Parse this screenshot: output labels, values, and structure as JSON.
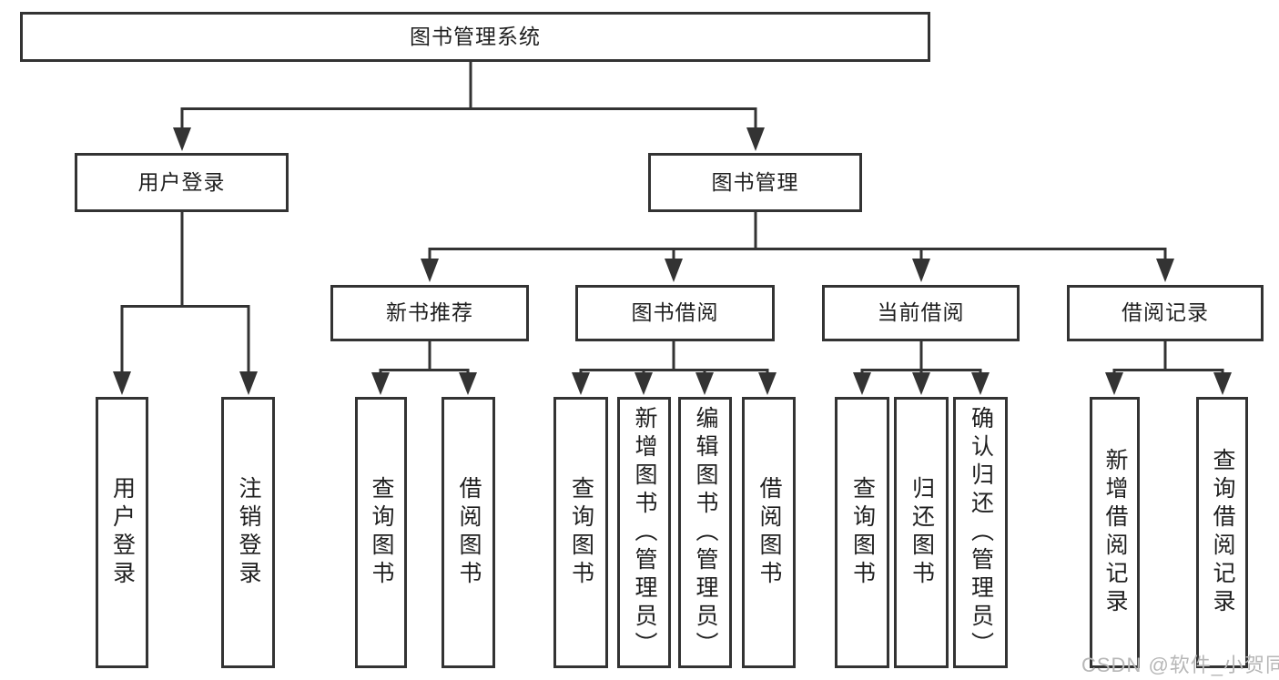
{
  "tree": {
    "root": {
      "label": "图书管理系统"
    },
    "branches": {
      "user_login": {
        "label": "用户登录",
        "children": {
          "login": {
            "label": "用户登录"
          },
          "logout": {
            "label": "注销登录"
          }
        }
      },
      "book_mgmt": {
        "label": "图书管理",
        "children": {
          "new_book_rec": {
            "label": "新书推荐",
            "children": {
              "query_book": {
                "label": "查询图书"
              },
              "borrow_book": {
                "label": "借阅图书"
              }
            }
          },
          "book_borrow": {
            "label": "图书借阅",
            "children": {
              "query_book": {
                "label": "查询图书"
              },
              "add_book": {
                "label": "新增图书（管理员）"
              },
              "edit_book": {
                "label": "编辑图书（管理员）"
              },
              "borrow_book": {
                "label": "借阅图书"
              }
            }
          },
          "current_borrow": {
            "label": "当前借阅",
            "children": {
              "query_book": {
                "label": "查询图书"
              },
              "return_book": {
                "label": "归还图书"
              },
              "confirm_return": {
                "label": "确认归还（管理员）"
              }
            }
          },
          "borrow_records": {
            "label": "借阅记录",
            "children": {
              "add_record": {
                "label": "新增借阅记录"
              },
              "query_record": {
                "label": "查询借阅记录"
              }
            }
          }
        }
      }
    }
  },
  "watermark": {
    "text": "CSDN @软件_小贺同学"
  },
  "colors": {
    "background": "#ffffff",
    "line": "#333333",
    "box_border": "#333333",
    "text": "#1f1f1f",
    "watermark_text": "#b7b7b7"
  }
}
